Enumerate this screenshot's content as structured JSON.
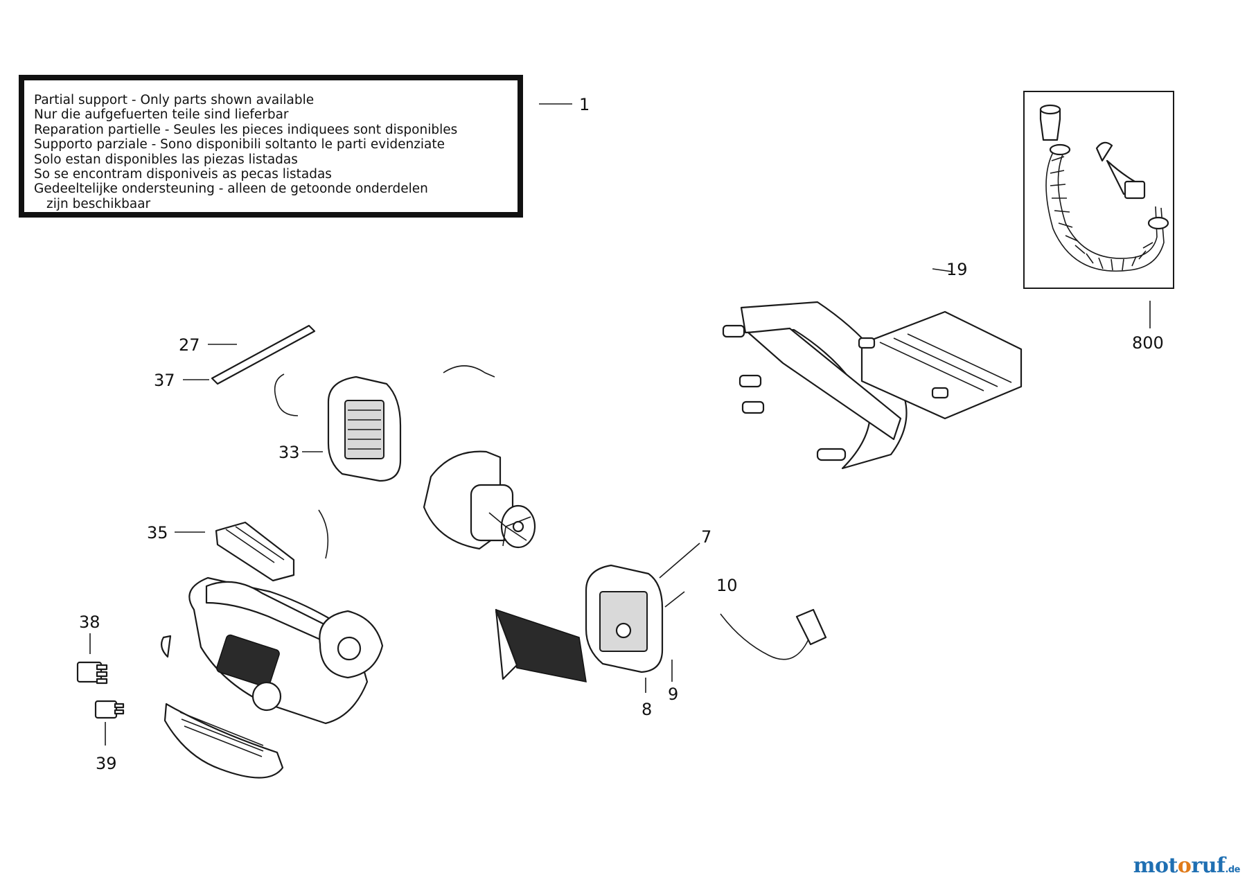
{
  "notice": {
    "lines": [
      "Partial support - Only parts shown available",
      "Nur die aufgefuerten teile sind lieferbar",
      "Reparation partielle - Seules les pieces indiquees sont disponibles",
      "Supporto parziale - Sono disponibili soltanto le parti evidenziate",
      "Solo estan disponibles las piezas listadas",
      "So se encontram disponiveis as pecas listadas",
      "Gedeeltelijke ondersteuning - alleen de getoonde onderdelen",
      "zijn beschikbaar"
    ]
  },
  "callouts": {
    "c1": "1",
    "c7": "7",
    "c8": "8",
    "c9": "9",
    "c10": "10",
    "c19": "19",
    "c27": "27",
    "c33": "33",
    "c35": "35",
    "c37": "37",
    "c38": "38",
    "c39": "39",
    "c800": "800"
  },
  "watermark": {
    "part1": "mot",
    "part2": "o",
    "part3": "ruf",
    "tld": ".de"
  }
}
